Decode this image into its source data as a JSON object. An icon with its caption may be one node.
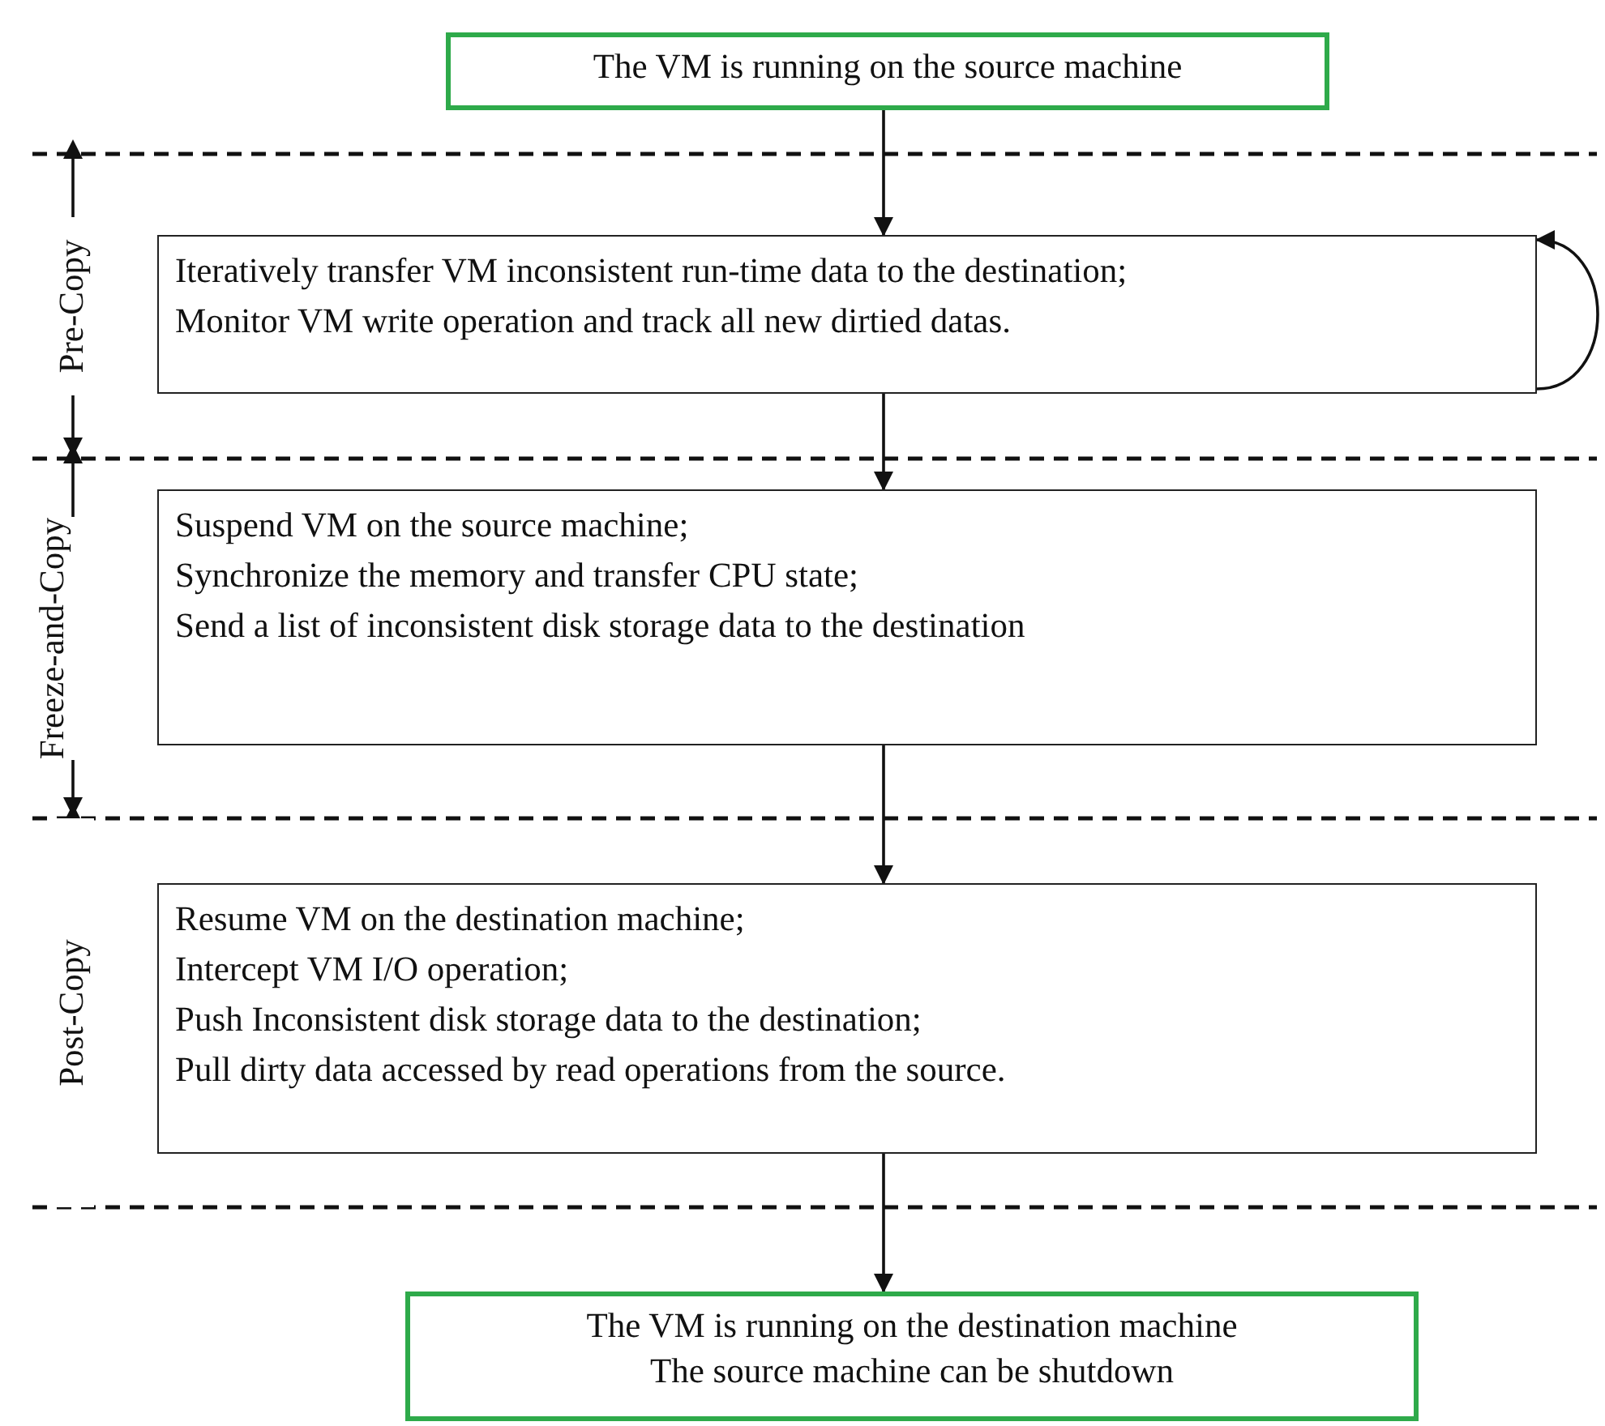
{
  "diagram": {
    "nodes": [
      {
        "text": [
          "The VM is running on the source machine"
        ]
      },
      {
        "text": [
          "Iteratively transfer VM inconsistent run-time data to the destination;",
          "Monitor VM write operation and track all new dirtied datas."
        ]
      },
      {
        "text": [
          "Suspend VM on the source machine;",
          "Synchronize the memory and transfer CPU state;",
          "Send a list of inconsistent disk storage data to the destination"
        ]
      },
      {
        "text": [
          "Resume VM on the destination machine;",
          "Intercept VM I/O operation;",
          "Push Inconsistent disk storage data to the destination;",
          "Pull dirty data accessed by read operations from the source."
        ]
      },
      {
        "text": [
          "The VM is running on the destination machine",
          "The source machine can be shutdown"
        ]
      }
    ],
    "edges": [
      {
        "from": 0,
        "to": 1,
        "arrow": "to"
      },
      {
        "from": 1,
        "to": 1,
        "arrow": "to"
      },
      {
        "from": 1,
        "to": 2,
        "arrow": "to"
      },
      {
        "from": 2,
        "to": 3,
        "arrow": "to"
      },
      {
        "from": 3,
        "to": 4,
        "arrow": "to"
      }
    ],
    "labels": [
      "Pre-Copy",
      "Freeze-and-Copy",
      "Post-Copy"
    ]
  }
}
